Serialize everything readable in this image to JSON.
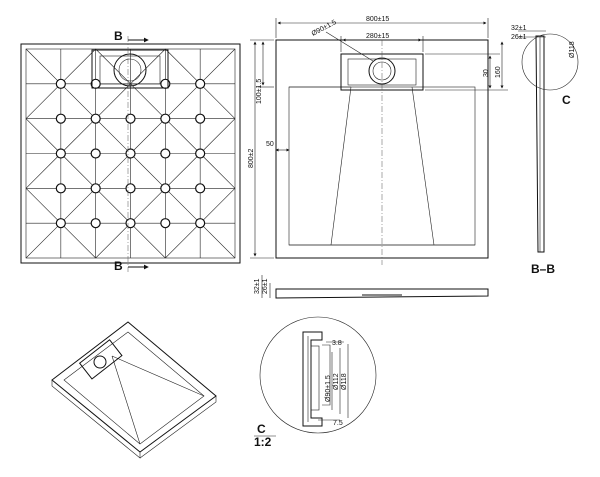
{
  "section_marks": {
    "top": "B",
    "bottom": "B",
    "section_title": "B–B",
    "detail_mark": "C"
  },
  "detail_callout": {
    "letter": "C",
    "scale": "1:2"
  },
  "front_view": {
    "overall_width": "800±15",
    "drain_spacing": "280±15",
    "drain_diameter": "Ø90±1.5",
    "overall_height": "800±2",
    "drain_offset": "100±1.5",
    "edge_width": "50",
    "drain_depth": "30",
    "drain_height": "160"
  },
  "side_view": {
    "total_height": "32±1",
    "inner_height": "26±1",
    "diameter": "Ø118"
  },
  "profile_view": {
    "total_height": "32±1",
    "inner_height": "26±1"
  },
  "detail_view": {
    "lip": "3.8",
    "diam_90": "Ø90±1.5",
    "diam_112": "Ø112",
    "diam_118": "Ø118",
    "bottom": "7.5"
  }
}
